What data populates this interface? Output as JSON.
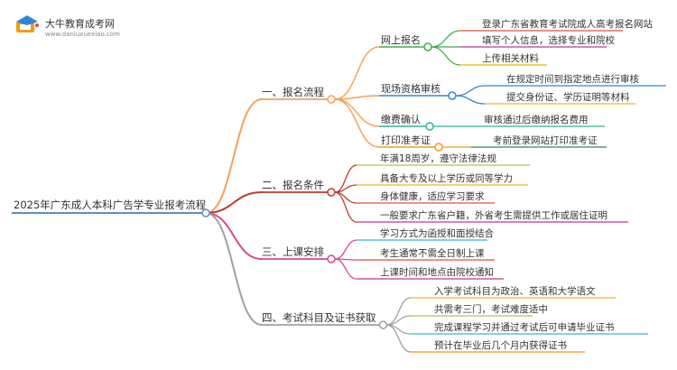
{
  "brand": {
    "name": "大牛教育成考网",
    "url": "www.daniuxuexiao.com"
  },
  "root": {
    "label": "2025年广东成人本科广告学专业报考流程"
  },
  "branches": [
    {
      "label": "一、报名流程",
      "children": [
        {
          "label": "网上报名",
          "leaves": [
            "登录广东省教育考试院成人高考报名网站",
            "填写个人信息，选择专业和院校",
            "上传相关材料"
          ]
        },
        {
          "label": "现场资格审核",
          "leaves": [
            "在规定时间到指定地点进行审核",
            "提交身份证、学历证明等材料"
          ]
        },
        {
          "label": "缴费确认",
          "leaves": [
            "审核通过后缴纳报名费用"
          ]
        },
        {
          "label": "打印准考证",
          "leaves": [
            "考前登录网站打印准考证"
          ]
        }
      ]
    },
    {
      "label": "二、报名条件",
      "leaves": [
        "年满18周岁，遵守法律法规",
        "具备大专及以上学历或同等学力",
        "身体健康，适应学习要求",
        "一般要求广东省户籍，外省考生需提供工作或居住证明"
      ]
    },
    {
      "label": "三、上课安排",
      "leaves": [
        "学习方式为函授和面授结合",
        "考生通常不需全日制上课",
        "上课时间和地点由院校通知"
      ]
    },
    {
      "label": "四、考试科目及证书获取",
      "leaves": [
        "入学考试科目为政治、英语和大学语文",
        "共需考三门，考试难度适中",
        "完成课程学习并通过考试后可申请毕业证书",
        "预计在毕业后几个月内获得证书"
      ]
    }
  ],
  "colors": {
    "root_line": "#5b8ec7",
    "branch1": "#f4a259",
    "branch2": "#c0392b",
    "branch3": "#d44a8f",
    "branch4": "#a0a0a0",
    "node_green": "#3fae49",
    "node_blue": "#2f86d6",
    "node_teal": "#2bb39a",
    "node_orange": "#f39c12",
    "leaf_red": "#e74c3c",
    "leaf_pink": "#c0398a",
    "leaf_yellow": "#e6b800",
    "leaf_cyan": "#35b8d0",
    "leaf_amber": "#f0b429",
    "leaf_lime": "#a8c94a",
    "leaf_darkgreen": "#2e8b57"
  }
}
